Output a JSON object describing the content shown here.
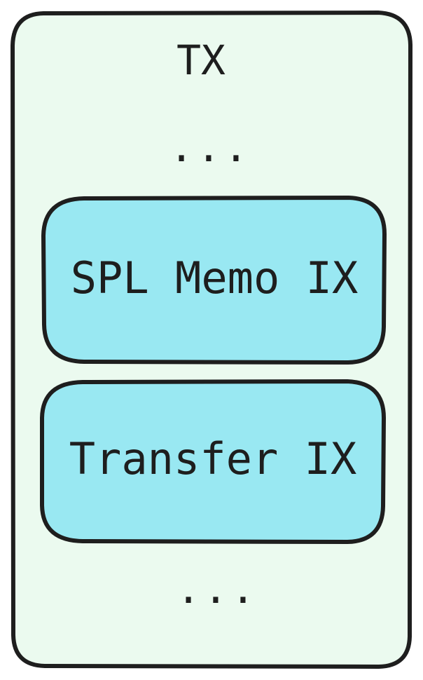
{
  "diagram": {
    "container": {
      "title": "TX",
      "ellipsis_top": "...",
      "ellipsis_bottom": "..."
    },
    "instructions": [
      {
        "label": "SPL Memo IX"
      },
      {
        "label": "Transfer IX"
      }
    ]
  },
  "colors": {
    "container_fill": "#ebfaef",
    "instruction_fill": "#99e8f2",
    "stroke": "#1e1e1e"
  }
}
